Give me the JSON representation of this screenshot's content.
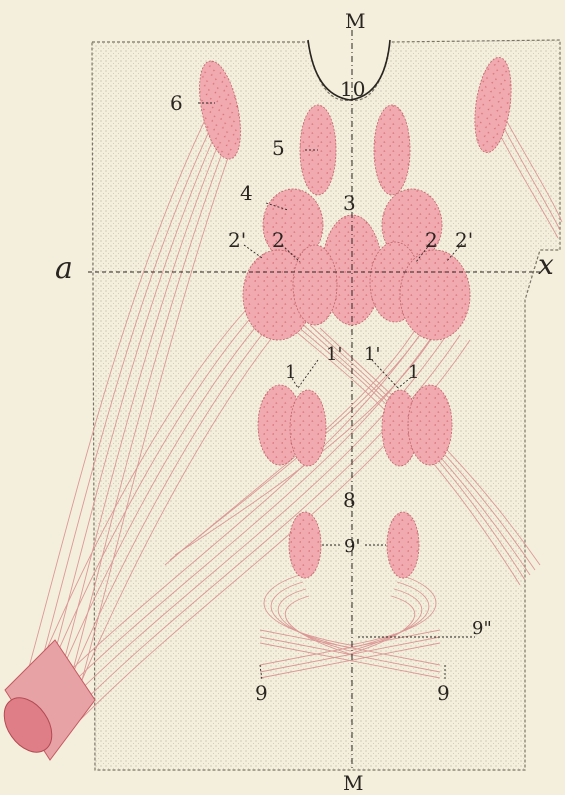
{
  "colors": {
    "paper": "#f4efdc",
    "stipple": "#b8b2a2",
    "fiber": "#d98f8f",
    "nucleus": "#f1aab0",
    "nucleus_dot": "#c9545c",
    "ink": "#2a2520"
  },
  "labels": {
    "midline_top": "M",
    "midline_bottom": "M",
    "axis_left": "a",
    "axis_right": "x",
    "n10": "10",
    "n6": "6",
    "n5": "5",
    "n4": "4",
    "n3": "3",
    "n2_left_outer": "2'",
    "n2_left_inner": "2",
    "n2_right_inner": "2",
    "n2_right_outer": "2'",
    "n1_left": "1",
    "n1p_left": "1'",
    "n1p_right": "1'",
    "n1_right": "1",
    "n8": "8",
    "n9p": "9'",
    "n9pp": "9\"",
    "n9_left": "9",
    "n9_right": "9"
  }
}
